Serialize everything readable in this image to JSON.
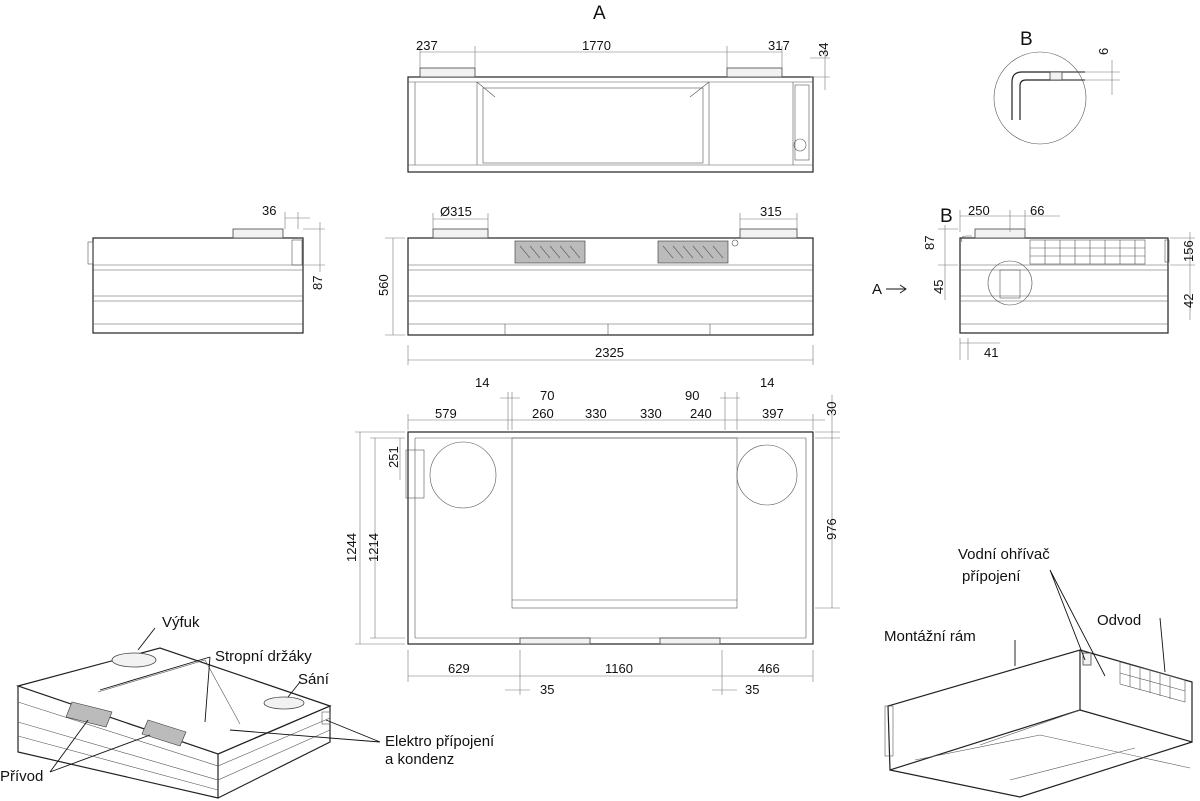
{
  "views": {
    "view_a_label": "A",
    "detail_b_label": "B",
    "side_b_label": "B",
    "arrow_a_label": "A"
  },
  "dimensions": {
    "top": {
      "d237": "237",
      "d1770": "1770",
      "d317": "317",
      "d34": "34"
    },
    "detail_b": {
      "d6": "6"
    },
    "left": {
      "d36": "36",
      "d87": "87"
    },
    "front": {
      "d315dia": "Ø315",
      "d315": "315",
      "d560": "560",
      "d2325": "2325"
    },
    "right": {
      "d250": "250",
      "d66": "66",
      "d87": "87",
      "d45": "45",
      "d156": "156",
      "d42": "42",
      "d41": "41"
    },
    "plan": {
      "d14a": "14",
      "d70": "70",
      "d90": "90",
      "d14b": "14",
      "d579": "579",
      "d260": "260",
      "d330a": "330",
      "d330b": "330",
      "d240": "240",
      "d397": "397",
      "d30": "30",
      "d251": "251",
      "d1244": "1244",
      "d1214": "1214",
      "d976": "976",
      "d629": "629",
      "d1160": "1160",
      "d466": "466",
      "d35a": "35",
      "d35b": "35"
    }
  },
  "labels": {
    "vyfuk": "Výfuk",
    "stropni_drzaky": "Stropní držáky",
    "sani": "Sání",
    "elektro_line1": "Elektro přípojení",
    "elektro_line2": "a kondenz",
    "privod": "Přívod",
    "vodni_line1": "Vodní ohřívač",
    "vodni_line2": "přípojení",
    "odvod": "Odvod",
    "montazni_ram": "Montážní rám"
  }
}
